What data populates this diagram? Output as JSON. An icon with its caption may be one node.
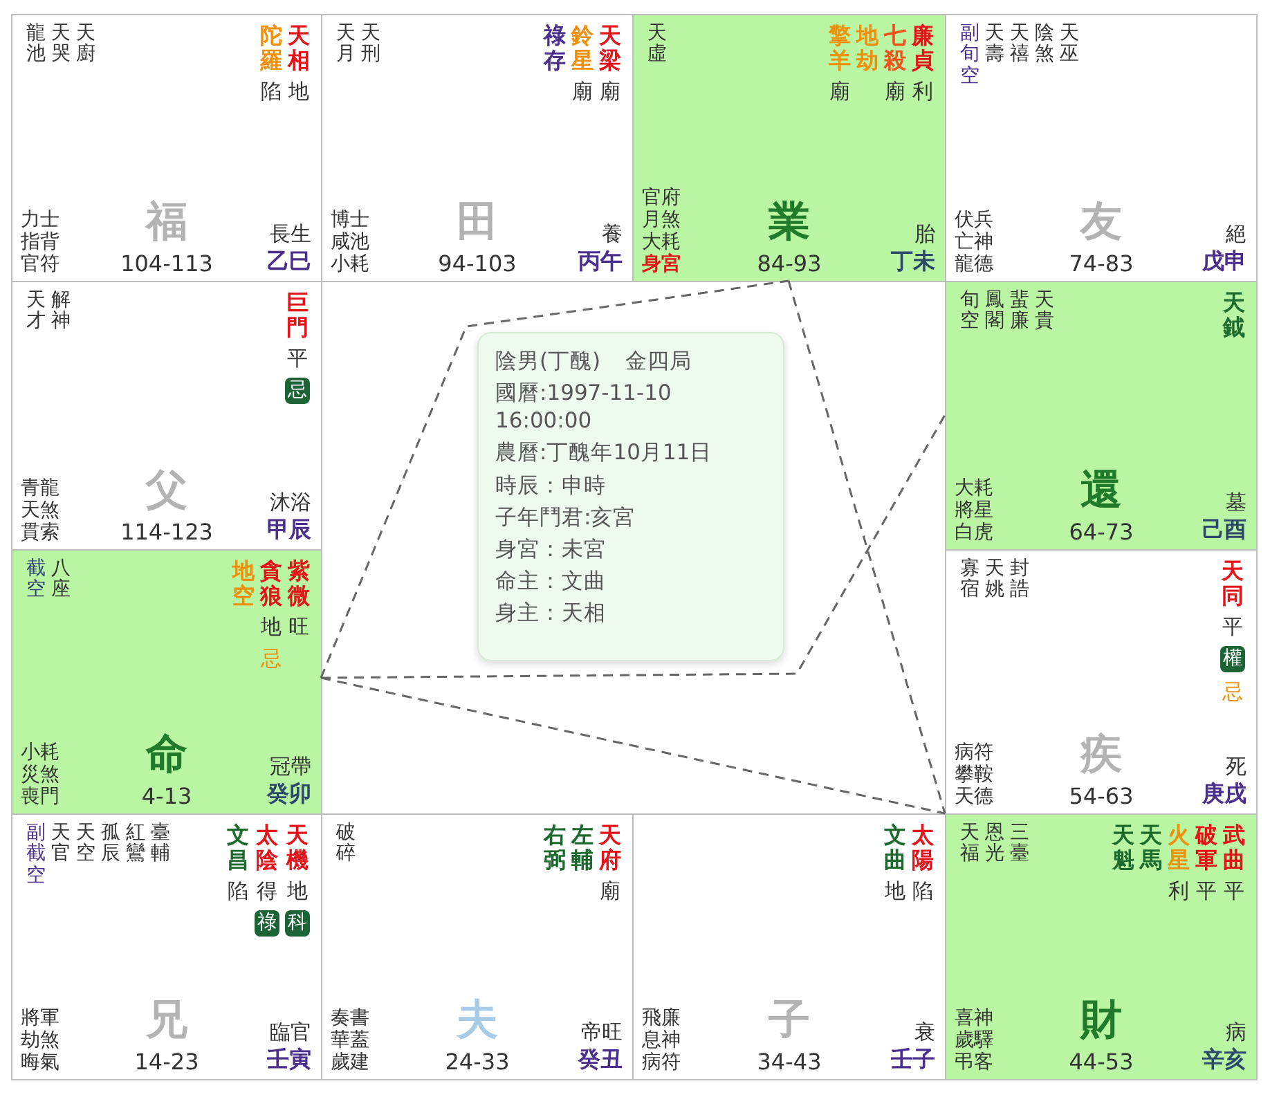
{
  "diagram": {
    "nodes": [
      {
        "text": [
          "龍池",
          "天哭",
          "天廚",
          "陀羅",
          "陷",
          "天相",
          "地",
          "力士",
          "指背",
          "官符",
          "福",
          "104-113",
          "長生",
          "乙巳"
        ]
      },
      {
        "text": [
          "天月",
          "天刑",
          "祿存",
          "鈴星",
          "廟",
          "天梁",
          "廟",
          "博士",
          "咸池",
          "小耗",
          "田",
          "94-103",
          "養",
          "丙午"
        ]
      },
      {
        "text": [
          "天虛",
          "擎羊",
          "廟",
          "地劫",
          "七殺",
          "廟",
          "廉貞",
          "利",
          "官府",
          "月煞",
          "大耗",
          "身宮",
          "業",
          "84-93",
          "胎",
          "丁未"
        ]
      },
      {
        "text": [
          "副旬空",
          "天壽",
          "天禧",
          "陰煞",
          "天巫",
          "伏兵",
          "亡神",
          "龍德",
          "友",
          "74-83",
          "絕",
          "戊申"
        ]
      },
      {
        "text": [
          "天才",
          "解神",
          "巨門",
          "平",
          "忌",
          "青龍",
          "天煞",
          "貫索",
          "父",
          "114-123",
          "沐浴",
          "甲辰"
        ]
      },
      {
        "text": [
          "陰男(丁醜)",
          "金四局",
          "國曆:1997-11-10 16:00:00",
          "農曆:丁醜年10月11日",
          "時辰：申時",
          "子年鬥君:亥宮",
          "身宮：未宮",
          "命主：文曲",
          "身主：天相"
        ]
      },
      {
        "text": [
          "旬空",
          "鳳閣",
          "蜚廉",
          "天貴",
          "天鉞",
          "大耗",
          "將星",
          "白虎",
          "還",
          "64-73",
          "墓",
          "己酉"
        ]
      },
      {
        "text": [
          "截空",
          "八座",
          "地空",
          "貪狼",
          "地",
          "忌",
          "紫微",
          "旺",
          "小耗",
          "災煞",
          "喪門",
          "命",
          "4-13",
          "冠帶",
          "癸卯"
        ]
      },
      {
        "text": [
          "寡宿",
          "天姚",
          "封誥",
          "天同",
          "平",
          "權",
          "忌",
          "病符",
          "攀鞍",
          "天德",
          "疾",
          "54-63",
          "死",
          "庚戌"
        ]
      },
      {
        "text": [
          "副截空",
          "天官",
          "天空",
          "孤辰",
          "紅鸞",
          "臺輔",
          "文昌",
          "陷",
          "太陰",
          "得",
          "祿",
          "天機",
          "地",
          "科",
          "將軍",
          "劫煞",
          "晦氣",
          "兄",
          "14-23",
          "臨官",
          "壬寅"
        ]
      },
      {
        "text": [
          "破碎",
          "右弼",
          "左輔",
          "天府",
          "廟",
          "奏書",
          "華蓋",
          "歲建",
          "夫",
          "24-33",
          "帝旺",
          "癸丑"
        ]
      },
      {
        "text": [
          "文曲",
          "地",
          "太陽",
          "陷",
          "飛廉",
          "息神",
          "病符",
          "子",
          "34-43",
          "衰",
          "壬子"
        ]
      },
      {
        "text": [
          "天福",
          "恩光",
          "三臺",
          "天魁",
          "天馬",
          "火星",
          "利",
          "破軍",
          "平",
          "武曲",
          "平",
          "喜神",
          "歲驛",
          "弔客",
          "財",
          "44-53",
          "病",
          "辛亥"
        ]
      }
    ],
    "edges": [
      {
        "from": 7,
        "to": 2,
        "arrow": "none",
        "style": "dashed"
      },
      {
        "from": 7,
        "to": 6,
        "arrow": "none",
        "style": "dashed"
      },
      {
        "from": 7,
        "to": 12,
        "arrow": "none",
        "style": "dashed"
      },
      {
        "from": 2,
        "to": 12,
        "arrow": "none",
        "style": "dashed"
      }
    ]
  }
}
